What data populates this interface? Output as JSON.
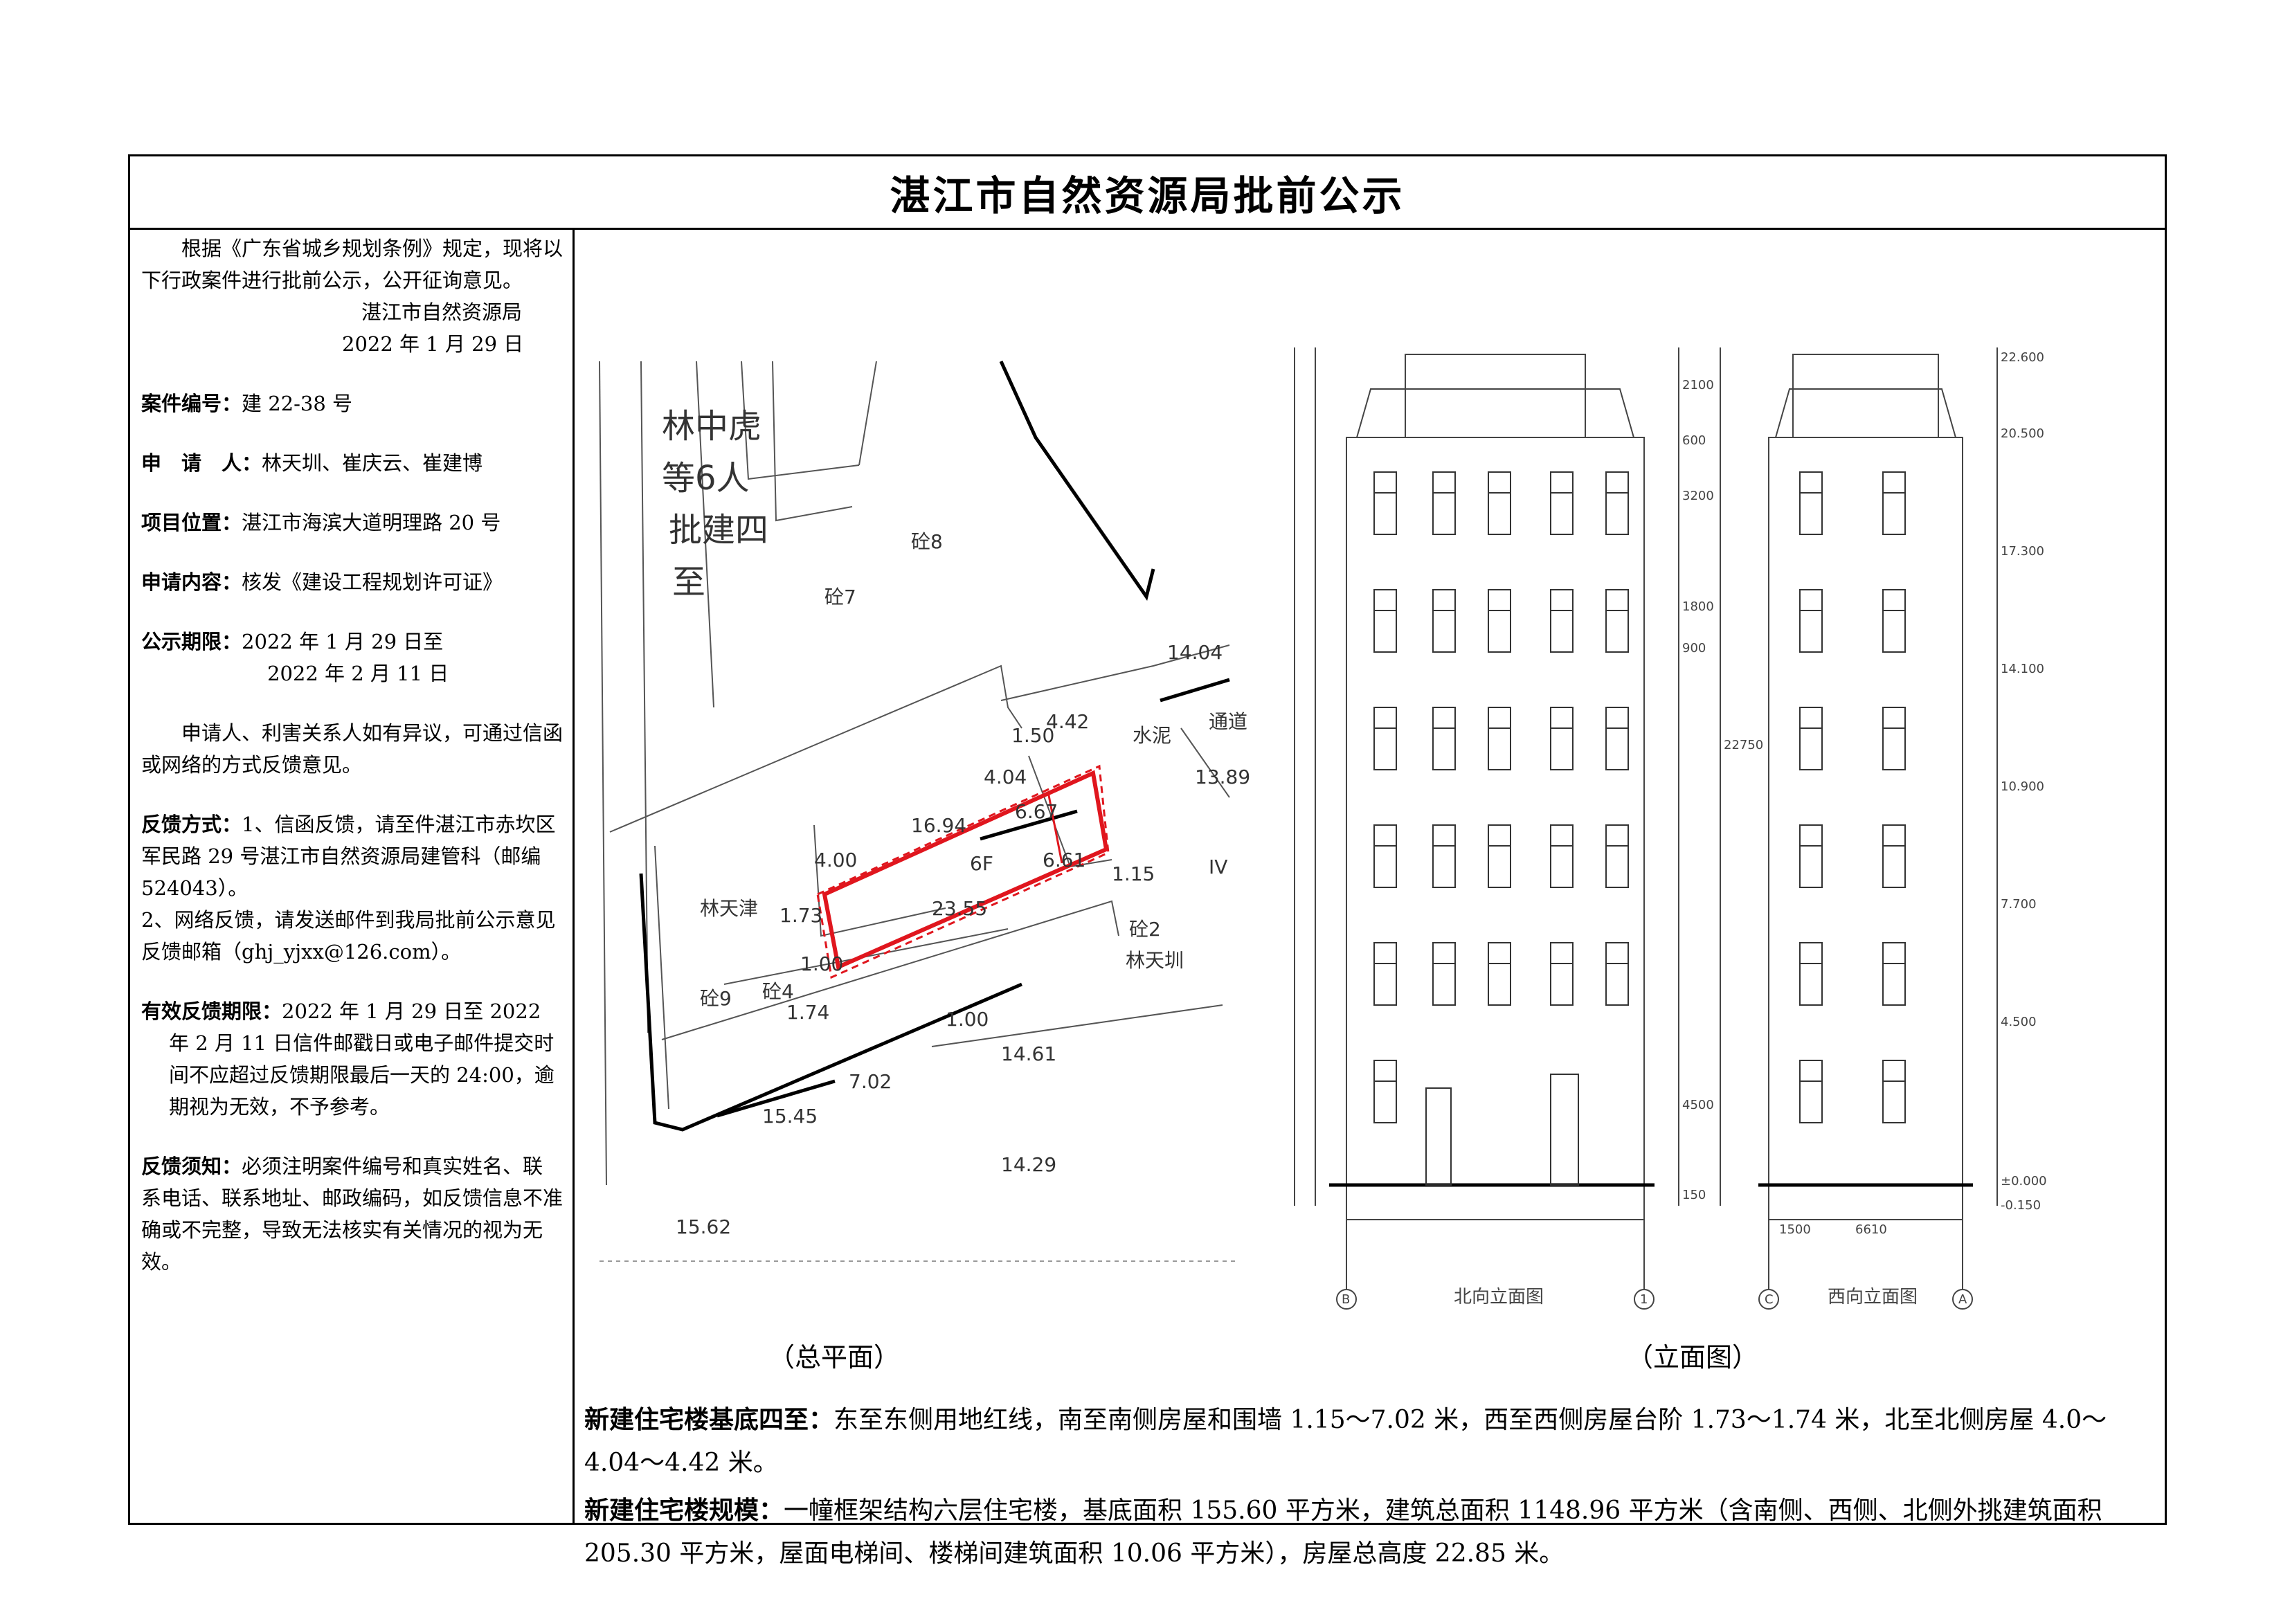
{
  "title": "湛江市自然资源局批前公示",
  "left": {
    "intro": "根据《广东省城乡规划条例》规定，现将以下行政案件进行批前公示，公开征询意见。",
    "issuer": "湛江市自然资源局",
    "issue_date": "2022 年 1 月 29 日",
    "case_no_label": "案件编号：",
    "case_no": "建 22-38 号",
    "applicant_label": "申　请　人：",
    "applicant": "林天圳、崔庆云、崔建博",
    "location_label": "项目位置：",
    "location": "湛江市海滨大道明理路 20 号",
    "content_label": "申请内容：",
    "content": "核发《建设工程规划许可证》",
    "period_label": "公示期限：",
    "period_start": "2022 年 1 月 29 日至",
    "period_end": "2022 年 2 月 11 日",
    "objection": "申请人、利害关系人如有异议，可通过信函或网络的方式反馈意见。",
    "feedback_label": "反馈方式：",
    "feedback_1": "1、信函反馈，请至件湛江市赤坎区军民路 29 号湛江市自然资源局建管科（邮编 524043）。",
    "feedback_2": "2、网络反馈，请发送邮件到我局批前公示意见反馈邮箱（ghj_yjxx@126.com）。",
    "deadline_label": "有效反馈期限：",
    "deadline": "2022 年 1 月 29 日至 2022 年 2 月 11 日信件邮戳日或电子邮件提交时间不应超过反馈期限最后一天的 24:00，逾期视为无效，不予参考。",
    "notice_label": "反馈须知：",
    "notice": "必须注明案件编号和真实姓名、联系电话、联系地址、邮政编码，如反馈信息不准确或不完整，导致无法核实有关情况的视为无效。"
  },
  "site_plan": {
    "caption": "（总平面）",
    "vertical_text": [
      "林中虎",
      "等6人",
      "批建四",
      "至"
    ],
    "dims": [
      "16.94",
      "6.67",
      "6.61",
      "23.55",
      "4.00",
      "4.04",
      "4.42",
      "1.50",
      "1.73",
      "1.00",
      "1.74",
      "1.15",
      "1.00",
      "7.02",
      "14.04",
      "13.89",
      "14.61",
      "14.29",
      "15.45",
      "15.62"
    ],
    "labels": [
      "砼8",
      "砼7",
      "砼9",
      "砼4",
      "砼2",
      "6F",
      "林天津",
      "林天圳",
      "水泥",
      "通道",
      "IV"
    ]
  },
  "elevation": {
    "caption": "（立面图）",
    "north_title": "北向立面图",
    "west_title": "西向立面图",
    "levels": [
      "22.600",
      "20.500",
      "17.300",
      "14.100",
      "10.900",
      "7.700",
      "4.500",
      "±0.000",
      "-0.150"
    ],
    "dims": [
      "2100",
      "3200",
      "1800",
      "900",
      "4500",
      "600",
      "150",
      "22750",
      "1500",
      "6610"
    ],
    "axes": [
      "B",
      "1",
      "C",
      "A"
    ]
  },
  "description": {
    "p1_label": "新建住宅楼基底四至：",
    "p1": "东至东侧用地红线，南至南侧房屋和围墙 1.15～7.02 米，西至西侧房屋台阶 1.73～1.74 米，北至北侧房屋 4.0～4.04～4.42 米。",
    "p2_label": "新建住宅楼规模：",
    "p2": "一幢框架结构六层住宅楼，基底面积 155.60 平方米，建筑总面积 1148.96 平方米（含南侧、西侧、北侧外挑建筑面积 205.30 平方米，屋面电梯间、楼梯间建筑面积 10.06 平方米），房屋总高度 22.85 米。"
  },
  "colors": {
    "redline": "#e0161e",
    "border": "#000000"
  }
}
